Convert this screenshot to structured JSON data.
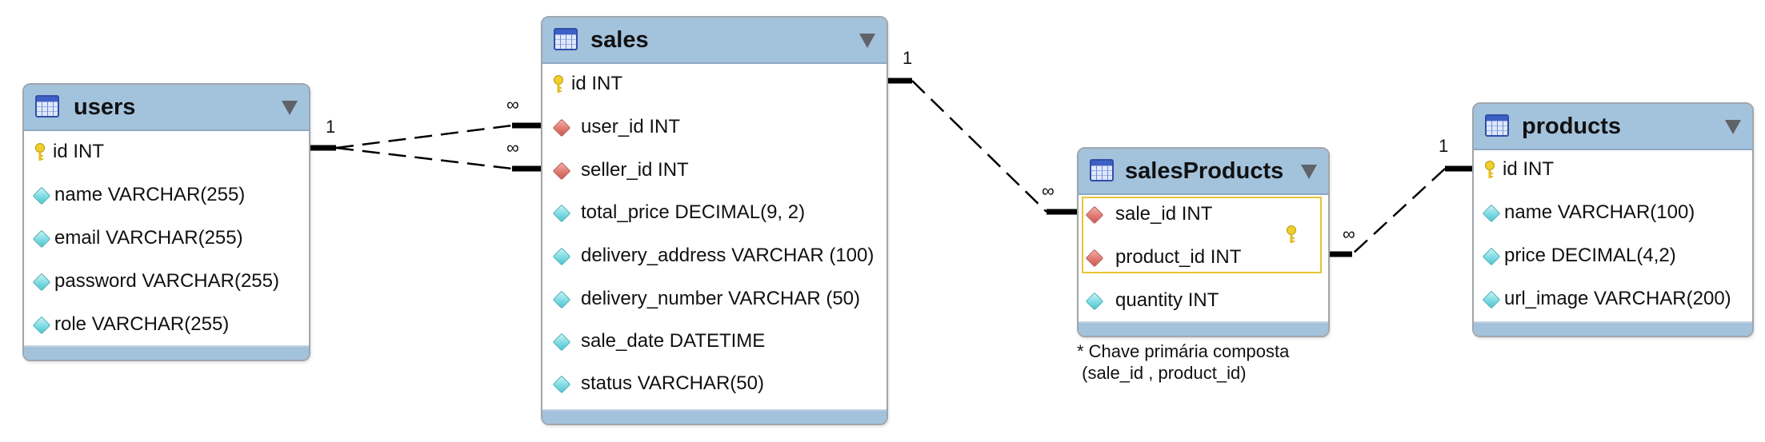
{
  "tables": {
    "users": {
      "name": "users",
      "columns": [
        {
          "text": "id INT",
          "kind": "pk"
        },
        {
          "text": "name VARCHAR(255)",
          "kind": "col"
        },
        {
          "text": "email VARCHAR(255)",
          "kind": "col"
        },
        {
          "text": "password VARCHAR(255)",
          "kind": "col"
        },
        {
          "text": "role VARCHAR(255)",
          "kind": "col"
        }
      ]
    },
    "sales": {
      "name": "sales",
      "columns": [
        {
          "text": "id INT",
          "kind": "pk"
        },
        {
          "text": "user_id INT",
          "kind": "fk"
        },
        {
          "text": "seller_id INT",
          "kind": "fk"
        },
        {
          "text": "total_price DECIMAL(9, 2)",
          "kind": "col"
        },
        {
          "text": "delivery_address VARCHAR (100)",
          "kind": "col"
        },
        {
          "text": "delivery_number VARCHAR  (50)",
          "kind": "col"
        },
        {
          "text": "sale_date DATETIME",
          "kind": "col"
        },
        {
          "text": "status VARCHAR(50)",
          "kind": "col"
        }
      ]
    },
    "salesProducts": {
      "name": "salesProducts",
      "columns": [
        {
          "text": "sale_id INT",
          "kind": "fk"
        },
        {
          "text": "product_id INT",
          "kind": "fk"
        },
        {
          "text": "quantity INT",
          "kind": "col"
        }
      ]
    },
    "products": {
      "name": "products",
      "columns": [
        {
          "text": "id INT",
          "kind": "pk"
        },
        {
          "text": "name VARCHAR(100)",
          "kind": "col"
        },
        {
          "text": "price DECIMAL(4,2)",
          "kind": "col"
        },
        {
          "text": "url_image VARCHAR(200)",
          "kind": "col"
        }
      ]
    }
  },
  "relationships": [
    {
      "from": "users.id",
      "to": "sales.user_id",
      "from_card": "1",
      "to_card": "∞"
    },
    {
      "from": "users.id",
      "to": "sales.seller_id",
      "from_card": "1",
      "to_card": "∞"
    },
    {
      "from": "sales.id",
      "to": "salesProducts.sale_id",
      "from_card": "1",
      "to_card": "∞"
    },
    {
      "from": "products.id",
      "to": "salesProducts.product_id",
      "from_card": "1",
      "to_card": "∞"
    }
  ],
  "labels": {
    "users_one": "1",
    "sales_many_user": "∞",
    "sales_many_seller": "∞",
    "sales_one": "1",
    "sp_many_sale": "∞",
    "sp_many_product": "∞",
    "products_one": "1"
  },
  "note": {
    "line1": "* Chave primária composta",
    "line2": " (sale_id , product_id)"
  },
  "icons": {
    "table": "table-icon",
    "primary_key": "key-icon",
    "foreign_key": "red-diamond-icon",
    "column": "cyan-diamond-icon",
    "menu": "triangle-down-icon"
  },
  "colors": {
    "header": "#a3c2dc",
    "border": "#9fa6ad",
    "key": "#f1cf2b",
    "fk": "#e07a72",
    "col": "#7edbe3",
    "composite_key_box": "#e7c436"
  }
}
